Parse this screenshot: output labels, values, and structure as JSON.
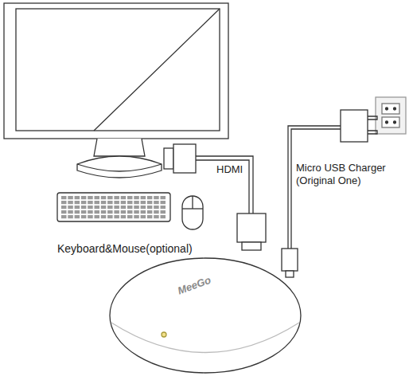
{
  "diagram": {
    "labels": [
      "HDMI",
      "Micro USB Charger (Original One)",
      "Keyboard&Mouse(optional)",
      "MeeGo"
    ]
  }
}
